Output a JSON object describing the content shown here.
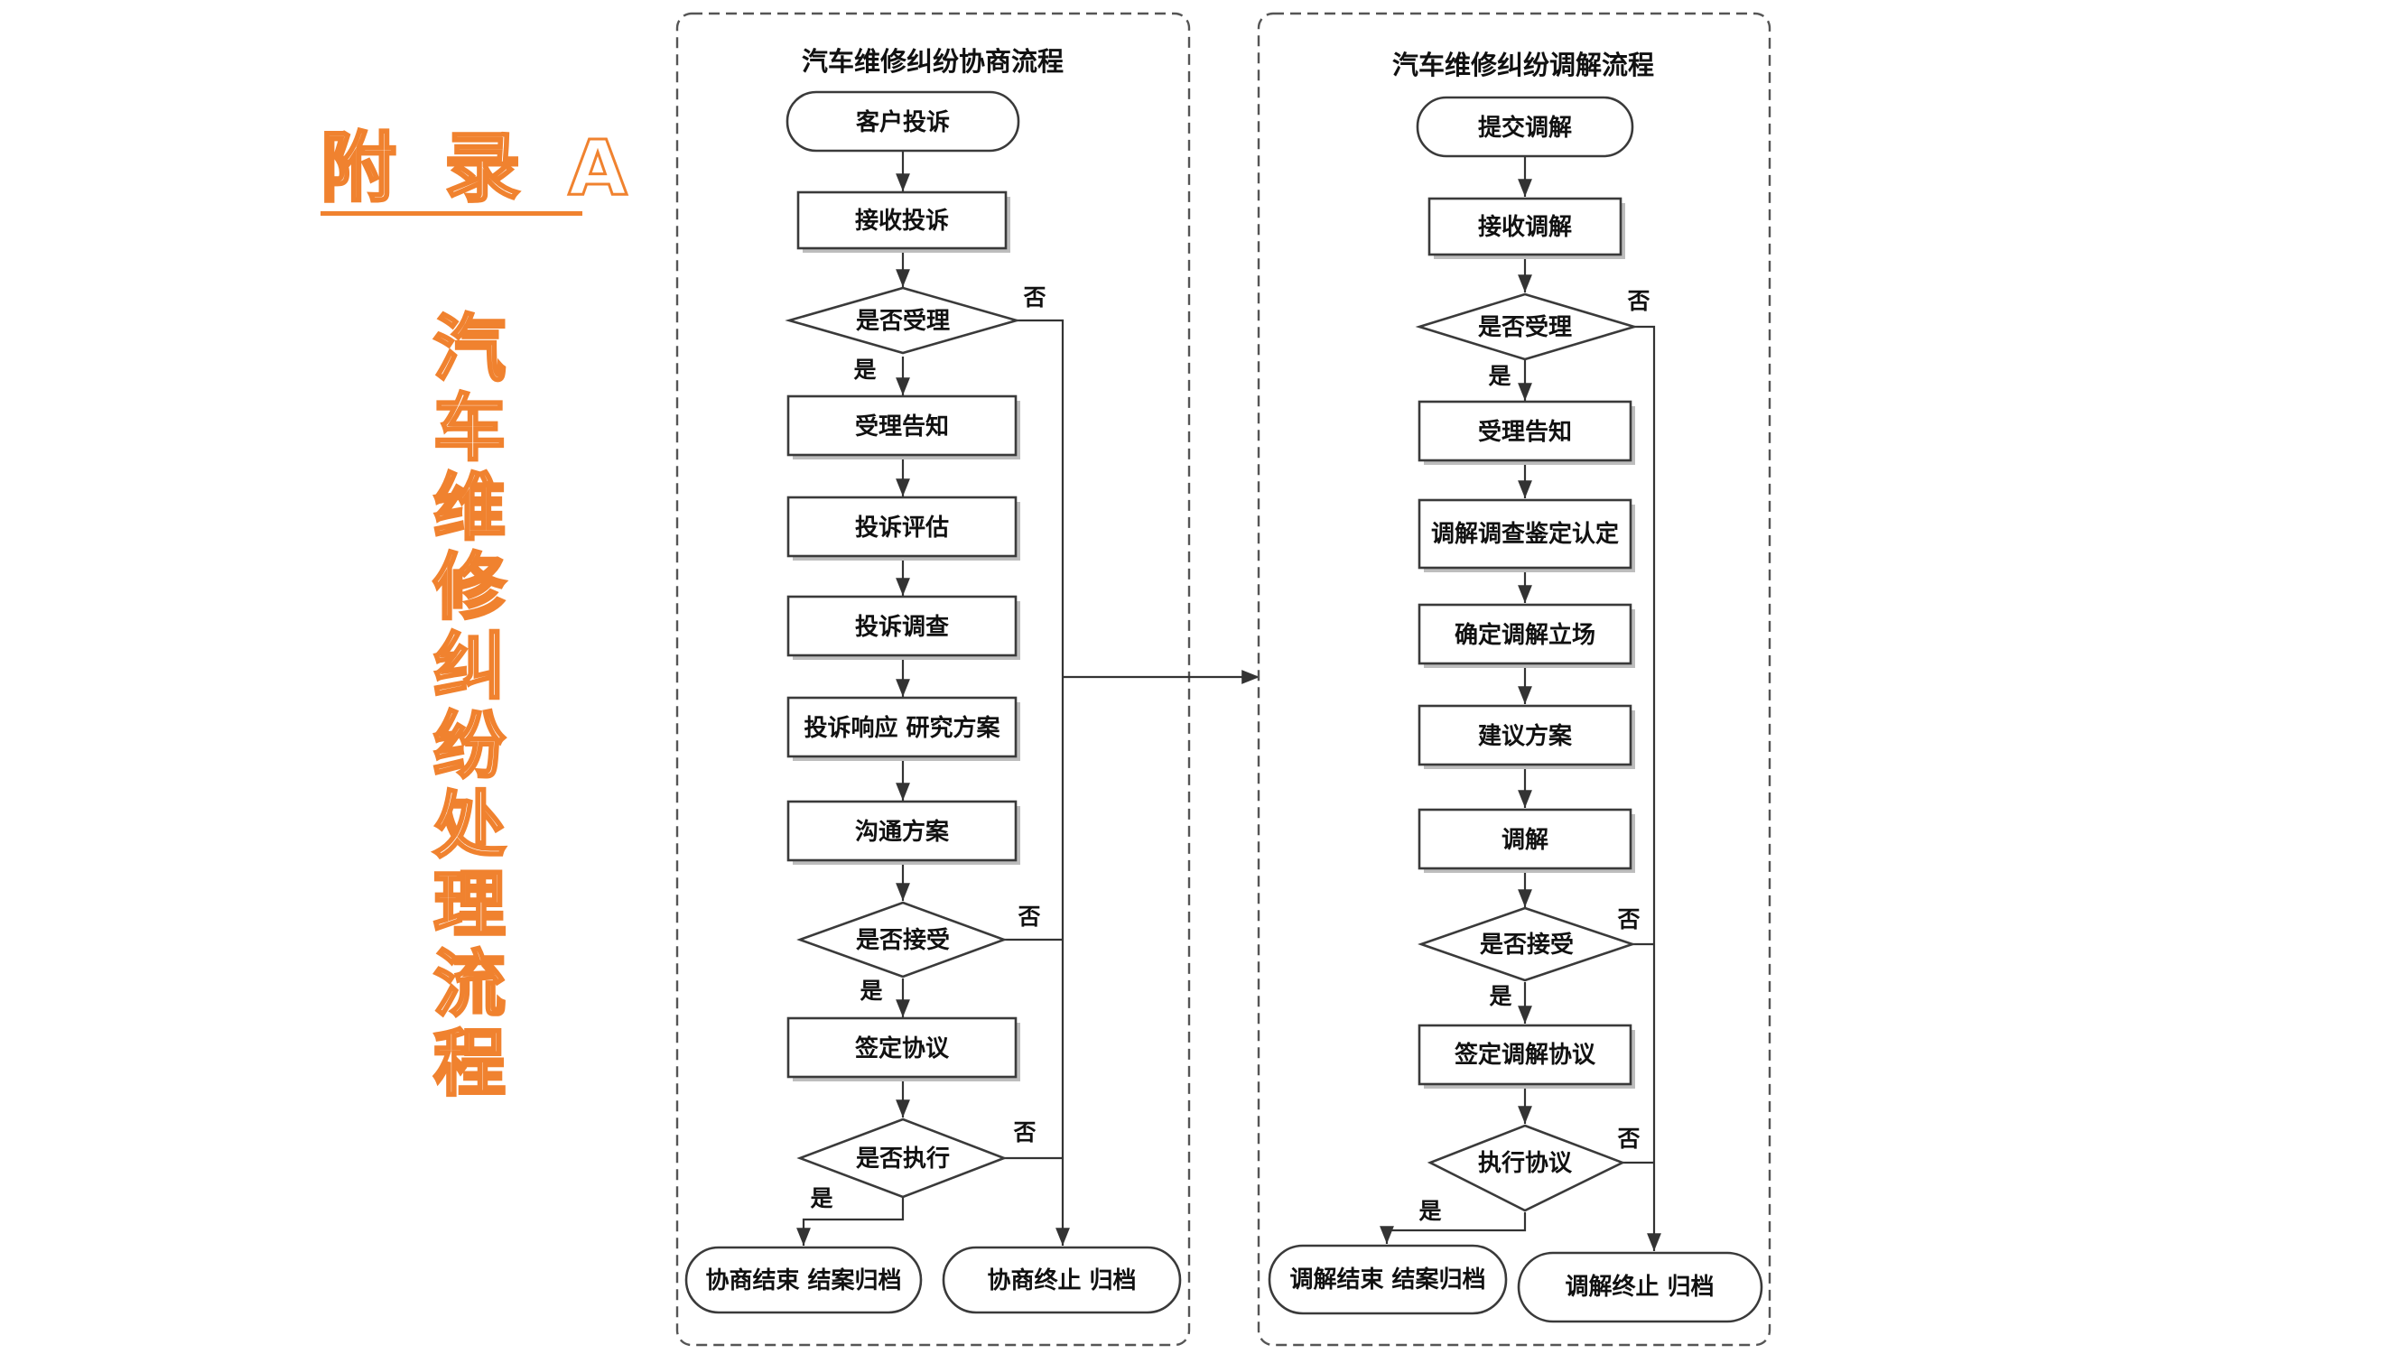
{
  "appendix": {
    "title": "附 录 A",
    "subtitle": "汽车维修纠纷处理流程"
  },
  "negotiation": {
    "title": "汽车维修纠纷协商流程",
    "start": "客户投诉",
    "receive": "接收投诉",
    "accept_q": "是否受理",
    "notice": "受理告知",
    "evaluate": "投诉评估",
    "investigate": "投诉调查",
    "respond": "投诉响应 研究方案",
    "communicate": "沟通方案",
    "agree_q": "是否接受",
    "sign": "签定协议",
    "exec_q": "是否执行",
    "end_done": "协商结束 结案归档",
    "end_stop": "协商终止 归档"
  },
  "mediation": {
    "title": "汽车维修纠纷调解流程",
    "start": "提交调解",
    "receive": "接收调解",
    "accept_q": "是否受理",
    "notice": "受理告知",
    "survey": "调解调查鉴定认定",
    "position": "确定调解立场",
    "propose": "建议方案",
    "mediate": "调解",
    "agree_q": "是否接受",
    "sign": "签定调解协议",
    "exec_q": "执行协议",
    "end_done": "调解结束 结案归档",
    "end_stop": "调解终止 归档"
  },
  "labels": {
    "yes": "是",
    "no": "否"
  },
  "colors": {
    "accent": "#f0822f",
    "line": "#333333",
    "shadow": "#bdbdbd"
  }
}
